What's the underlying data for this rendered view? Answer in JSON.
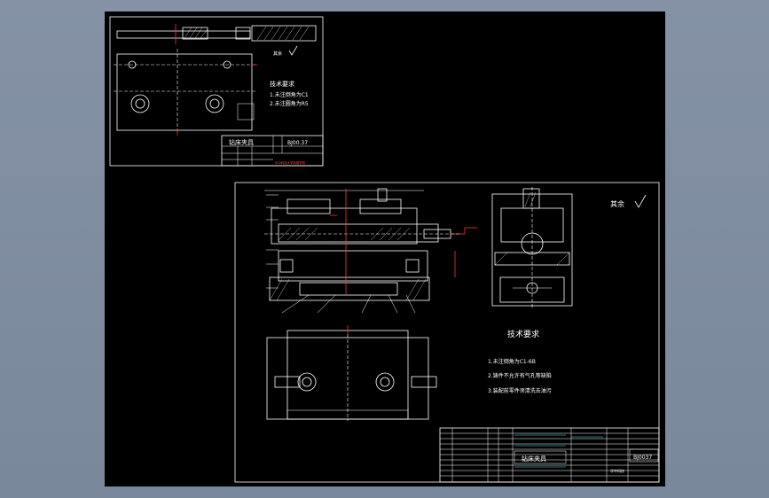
{
  "detail_sheet": {
    "tech_title": "技术要求",
    "req1": "1.未注倒角为C1",
    "req2": "2.未注圆角为R5",
    "roughness_note": "其余",
    "title_block": {
      "name": "钻床夹具",
      "code": "BJ00.37",
      "school": "华中科技大学机械学院"
    }
  },
  "assembly_sheet": {
    "roughness_note": "其余",
    "tech_title": "技术要求",
    "req1": "1.未注倒角为C1-6B",
    "req2": "2.铸件不允许有气孔等缺陷",
    "req3": "3.装配前零件须清洗去油污",
    "title_block": {
      "name": "钻床夹具",
      "code": "BJ0037",
      "org": "华中科技"
    }
  },
  "colors": {
    "background": "#7d8ba0",
    "sheet": "#000000",
    "line": "#ffffff",
    "accent": "#ff3333"
  }
}
